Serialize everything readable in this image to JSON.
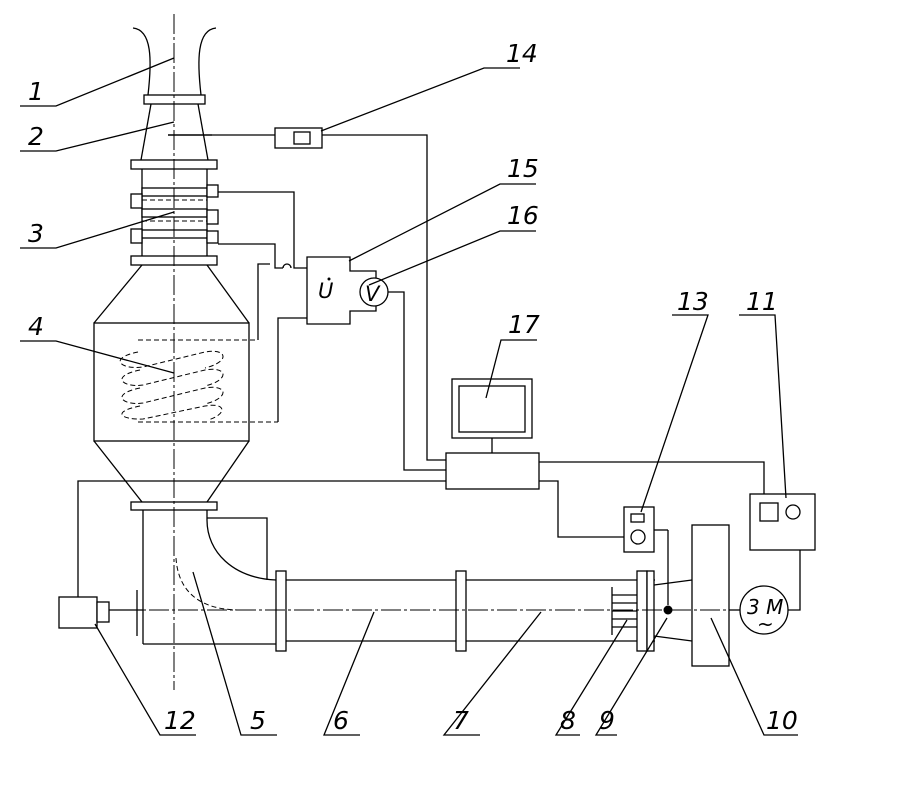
{
  "labels": {
    "l1": "1",
    "l2": "2",
    "l3": "3",
    "l4": "4",
    "l5": "5",
    "l6": "6",
    "l7": "7",
    "l8": "8",
    "l9": "9",
    "l10": "10",
    "l11": "11",
    "l12": "12",
    "l13": "13",
    "l14": "14",
    "l15": "15",
    "l16": "16",
    "l17": "17"
  },
  "symbols": {
    "converter": "U",
    "voltmeter": "V",
    "motor": "3 M",
    "motor_tilde": "~"
  }
}
